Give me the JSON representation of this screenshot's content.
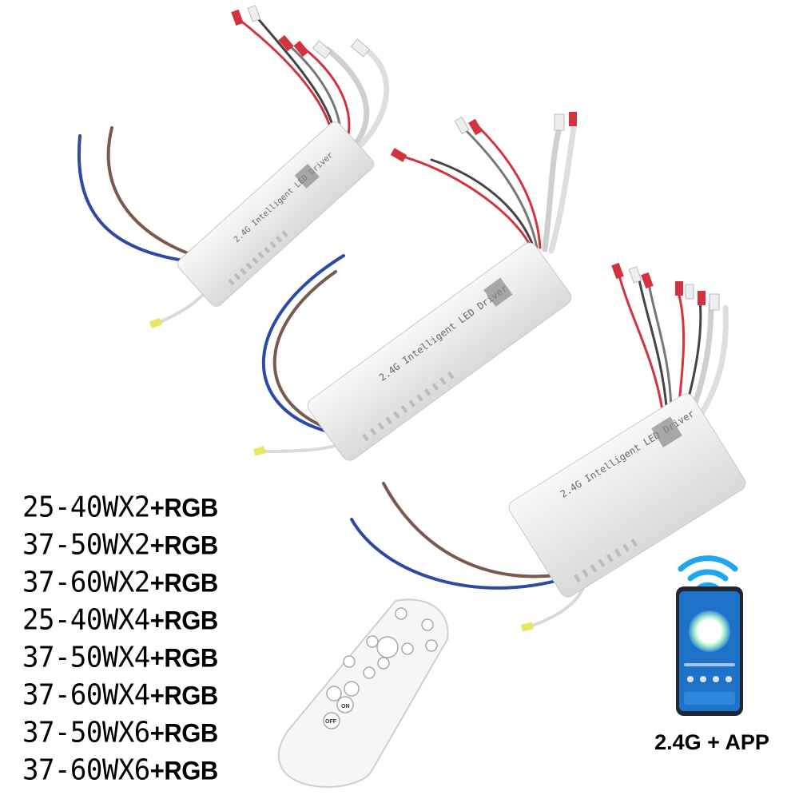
{
  "product": {
    "drivers": [
      {
        "label": "2.4G Intelligent LED Driver"
      },
      {
        "label": "2.4G Intelligent LED Driver"
      },
      {
        "label": "2.4G Intelligent LED Driver"
      }
    ],
    "remote": {
      "on_label": "ON",
      "off_label": "OFF"
    }
  },
  "specs": {
    "items": [
      {
        "watt": "25-40WX2",
        "suffix": "+RGB"
      },
      {
        "watt": "37-50WX2",
        "suffix": "+RGB"
      },
      {
        "watt": "37-60WX2",
        "suffix": "+RGB"
      },
      {
        "watt": "25-40WX4",
        "suffix": "+RGB"
      },
      {
        "watt": "37-50WX4",
        "suffix": "+RGB"
      },
      {
        "watt": "37-60WX4",
        "suffix": "+RGB"
      },
      {
        "watt": "37-50WX6",
        "suffix": "+RGB"
      },
      {
        "watt": "37-60WX6",
        "suffix": "+RGB"
      }
    ]
  },
  "badge": {
    "text": "2.4G + APP"
  },
  "colors": {
    "wifi": "#1ea7f0",
    "phone_screen": "#1e73c8",
    "driver_body": "#eeeeee",
    "wire_red": "#d3333f",
    "wire_blue": "#2b4aa8",
    "wire_brown": "#7a5a4f"
  }
}
